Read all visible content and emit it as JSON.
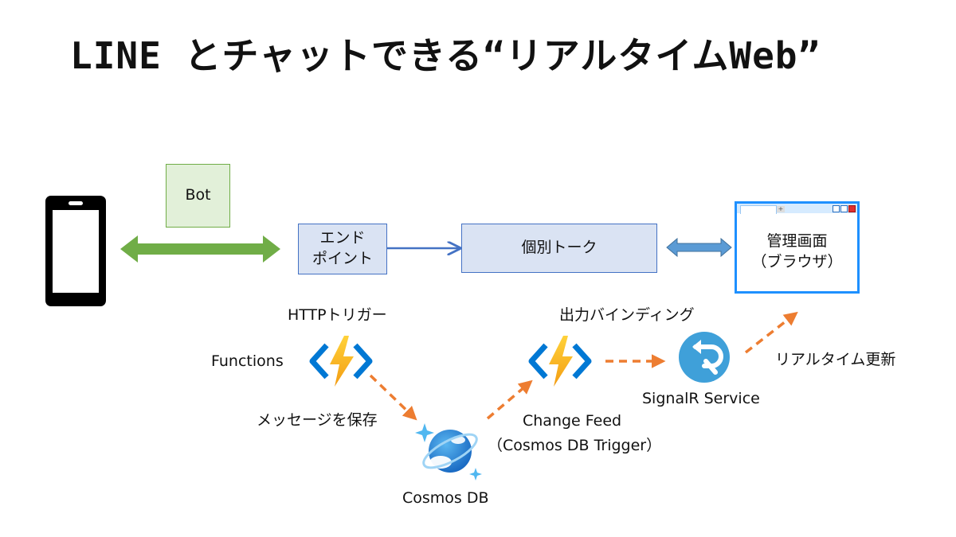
{
  "title": "LINE とチャットできる“リアルタイムWeb”",
  "nodes": {
    "bot": "Bot",
    "endpoint_line1": "エンド",
    "endpoint_line2": "ポイント",
    "talk": "個別トーク",
    "mgmt_line1": "管理画面",
    "mgmt_line2": "（ブラウザ）"
  },
  "labels": {
    "http_trigger": "HTTPトリガー",
    "functions": "Functions",
    "save_message": "メッセージを保存",
    "cosmos_db": "Cosmos DB",
    "output_binding": "出力バインディング",
    "change_feed_line1": "Change Feed",
    "change_feed_line2": "（Cosmos DB Trigger）",
    "signalr": "SignalR Service",
    "realtime_update": "リアルタイム更新"
  },
  "icons": {
    "phone": "smartphone-icon",
    "functions": "azure-functions-icon",
    "cosmos": "cosmos-db-icon",
    "signalr": "signalr-icon"
  },
  "colors": {
    "green_arrow": "#70ad47",
    "blue_arrow": "#4472c4",
    "light_blue_arrow": "#5b9bd5",
    "orange_dashed": "#ed7d31",
    "bolt": "#f7a600",
    "functions_bracket": "#0078d4",
    "signalr": "#3fa0d9"
  }
}
